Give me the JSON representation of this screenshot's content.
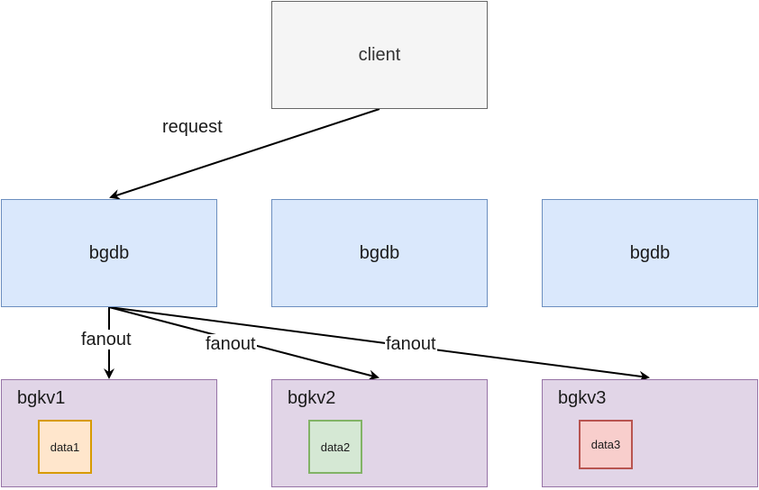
{
  "client": {
    "label": "client"
  },
  "bgdb": [
    {
      "label": "bgdb"
    },
    {
      "label": "bgdb"
    },
    {
      "label": "bgdb"
    }
  ],
  "bgkv": [
    {
      "label": "bgkv1",
      "data_label": "data1"
    },
    {
      "label": "bgkv2",
      "data_label": "data2"
    },
    {
      "label": "bgkv3",
      "data_label": "data3"
    }
  ],
  "edges": {
    "request_label": "request",
    "fanout_labels": [
      "fanout",
      "fanout",
      "fanout"
    ]
  },
  "colors": {
    "client_fill": "#f5f5f5",
    "client_stroke": "#666666",
    "bgdb_fill": "#dae8fc",
    "bgdb_stroke": "#6c8ebf",
    "bgkv_fill": "#e1d5e7",
    "bgkv_stroke": "#9673a6",
    "data1_fill": "#ffe6cc",
    "data2_fill": "#d5e8d4",
    "data3_fill": "#f8cecc"
  }
}
